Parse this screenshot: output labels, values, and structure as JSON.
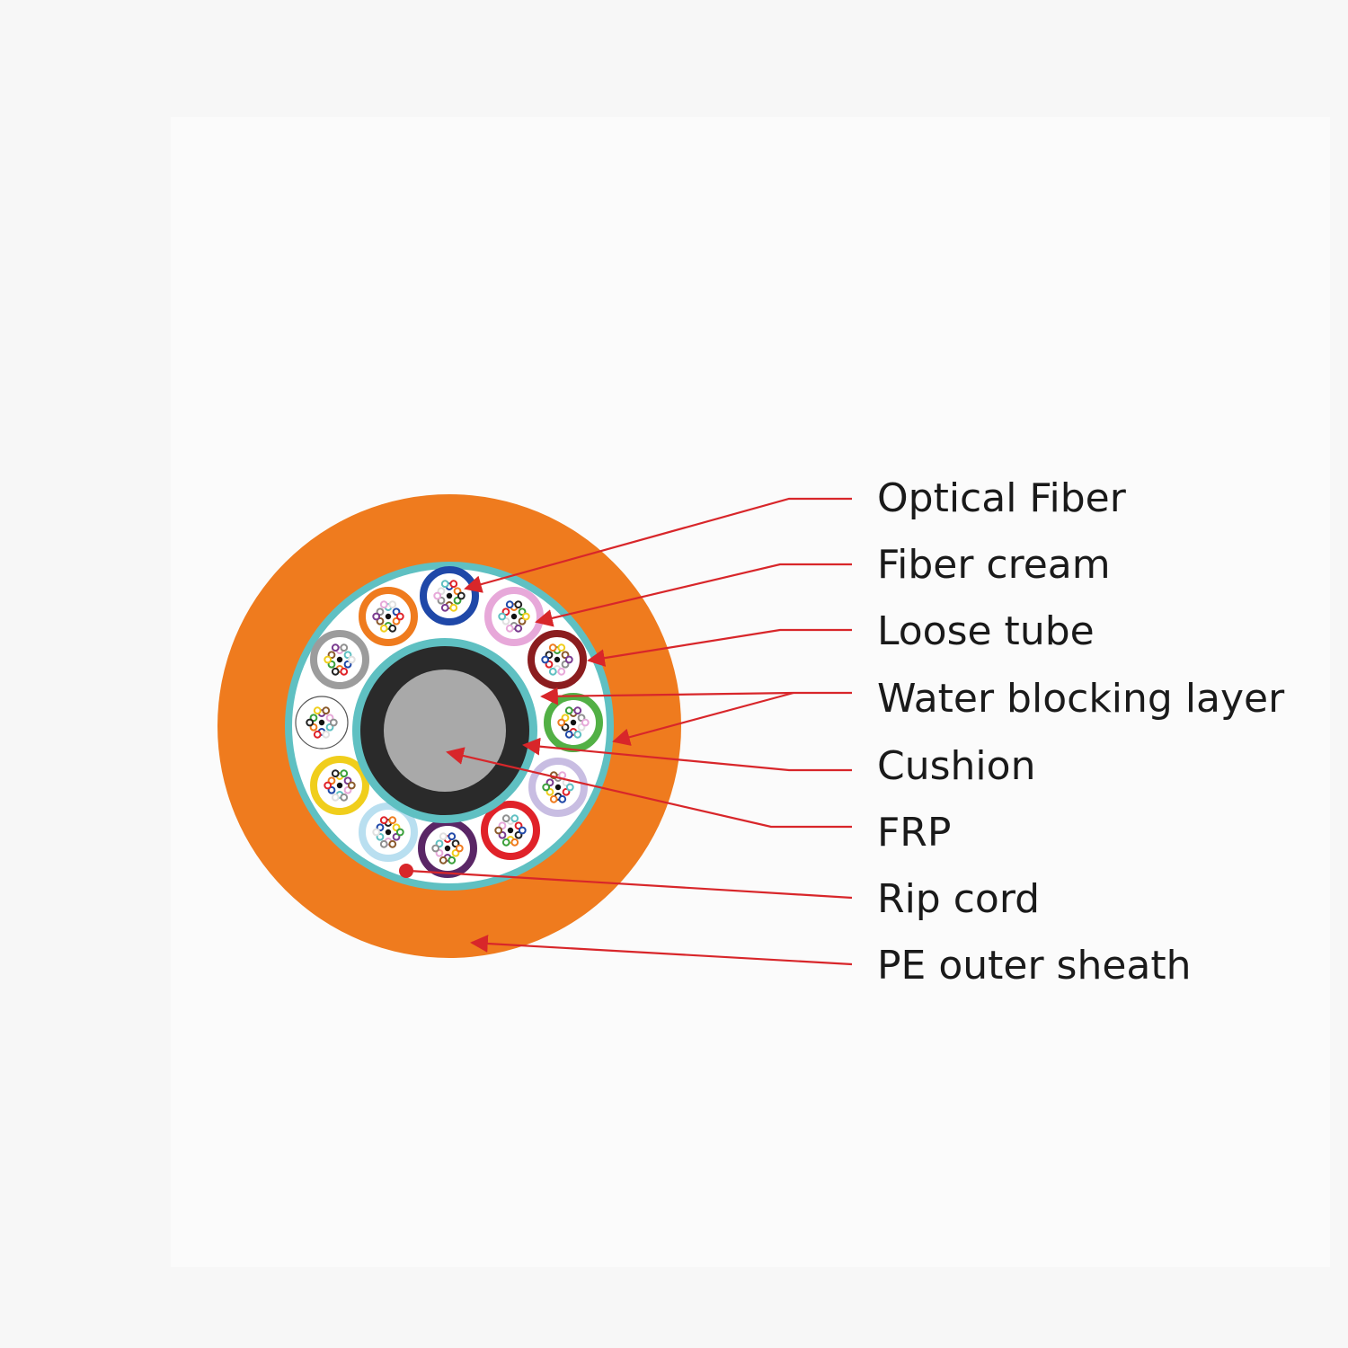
{
  "diagram": {
    "subject": "Optical fiber cable cross-section",
    "labels": [
      "Optical Fiber",
      "Fiber cream",
      "Loose tube",
      "Water blocking layer",
      "Cushion",
      "FRP",
      "Rip cord",
      "PE outer sheath"
    ]
  },
  "colors": {
    "sheath": "#ef7b1e",
    "water_blocking": "#5fc0c2",
    "cushion": "#2a2a2a",
    "frp": "#a9a9a9",
    "leader": "#d8262a",
    "fiber_cream": "#ffffff",
    "tubes": [
      "#1f48a8",
      "#e7a8d9",
      "#8b1d1f",
      "#52b045",
      "#c8bde2",
      "#e02229",
      "#5a2666",
      "#b9dff0",
      "#f0ce1c",
      "#ffffff",
      "#9c9c9c",
      "#ef7b1e"
    ]
  }
}
